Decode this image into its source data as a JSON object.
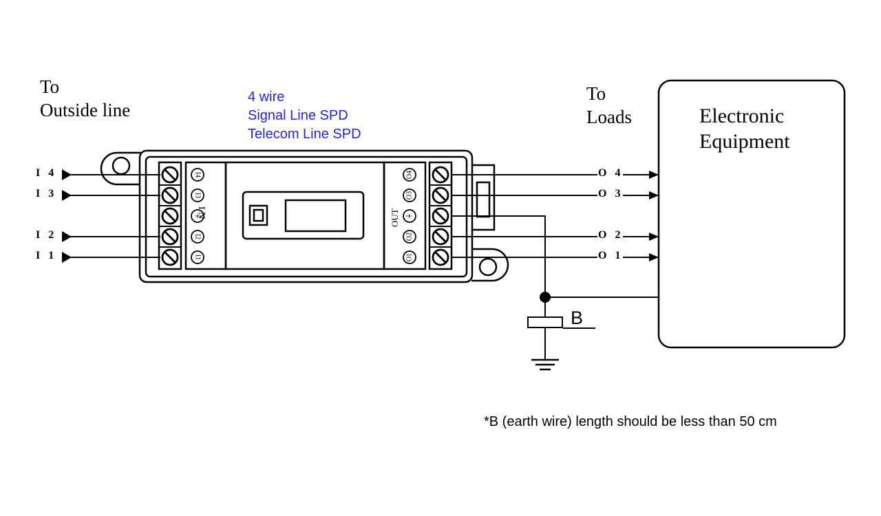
{
  "left_label": {
    "line1": "To",
    "line2": "Outside line"
  },
  "device_label": {
    "line1": "4 wire",
    "line2": "Signal Line SPD",
    "line3": "Telecom Line SPD"
  },
  "right_label": {
    "line1": "To",
    "line2": "Loads"
  },
  "equipment_label": {
    "line1": "Electronic",
    "line2": "Equipment"
  },
  "input_pins": [
    "I 4",
    "I 3",
    "I 2",
    "I 1"
  ],
  "output_pins": [
    "O 4",
    "O 3",
    "O 2",
    "O 1"
  ],
  "terminal_in": [
    "I4",
    "I3",
    "⏚",
    "I2",
    "I1"
  ],
  "terminal_out": [
    "O4",
    "O3",
    "⏚",
    "O2",
    "O1"
  ],
  "side_in": "I N",
  "side_out": "OUT",
  "earth_wire_label": "B",
  "footnote": "*B (earth wire) length should be less than 50 cm"
}
